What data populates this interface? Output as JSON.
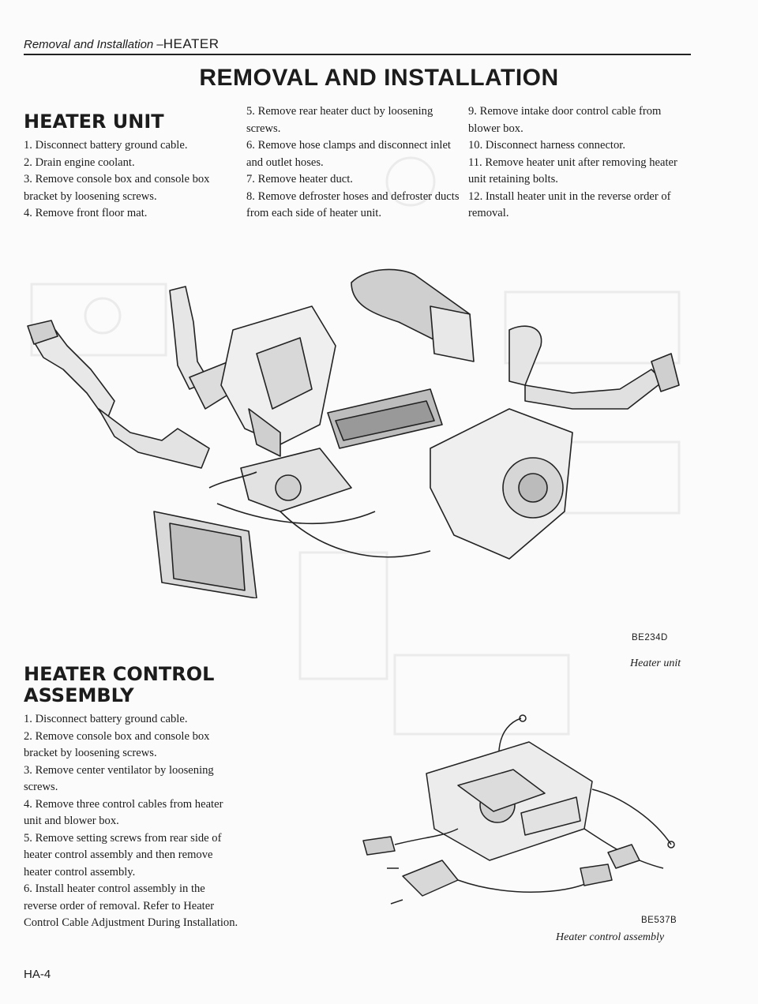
{
  "header": {
    "section_italic": "Removal and Installation –",
    "section_caps": "HEATER"
  },
  "title": "REMOVAL AND INSTALLATION",
  "heater_unit": {
    "heading": "HEATER UNIT",
    "steps": [
      "1.  Disconnect battery ground cable.",
      "2.  Drain engine coolant.",
      "3.  Remove console box and console box bracket by loosening screws.",
      "4.  Remove front floor mat.",
      "5.  Remove rear heater duct by loosening screws.",
      "6.  Remove hose clamps and disconnect inlet and outlet hoses.",
      "7.  Remove heater duct.",
      "8.  Remove defroster hoses and defroster ducts from each side of heater unit.",
      "9.  Remove intake door control cable from blower box.",
      "10.  Disconnect harness connector.",
      "11.  Remove heater unit after removing heater unit retaining bolts.",
      "12.  Install heater unit in the reverse order of removal."
    ]
  },
  "heater_control": {
    "heading_line1": "HEATER CONTROL",
    "heading_line2": "ASSEMBLY",
    "steps": [
      "1.  Disconnect battery ground cable.",
      "2.  Remove console box and console box bracket by loosening screws.",
      "3.  Remove center ventilator by loosening screws.",
      "4.  Remove three control cables from heater unit and blower box.",
      "5.  Remove setting screws from rear side of heater control assembly and then remove heater control assembly.",
      "6.  Install heater control assembly in the reverse order of removal. Refer to Heater Control Cable Adjustment During Installation."
    ]
  },
  "figures": {
    "heater_unit_code": "BE234D",
    "heater_unit_caption": "Heater unit",
    "control_code": "BE537B",
    "control_caption": "Heater control assembly"
  },
  "footer": {
    "page_number": "HA-4"
  }
}
